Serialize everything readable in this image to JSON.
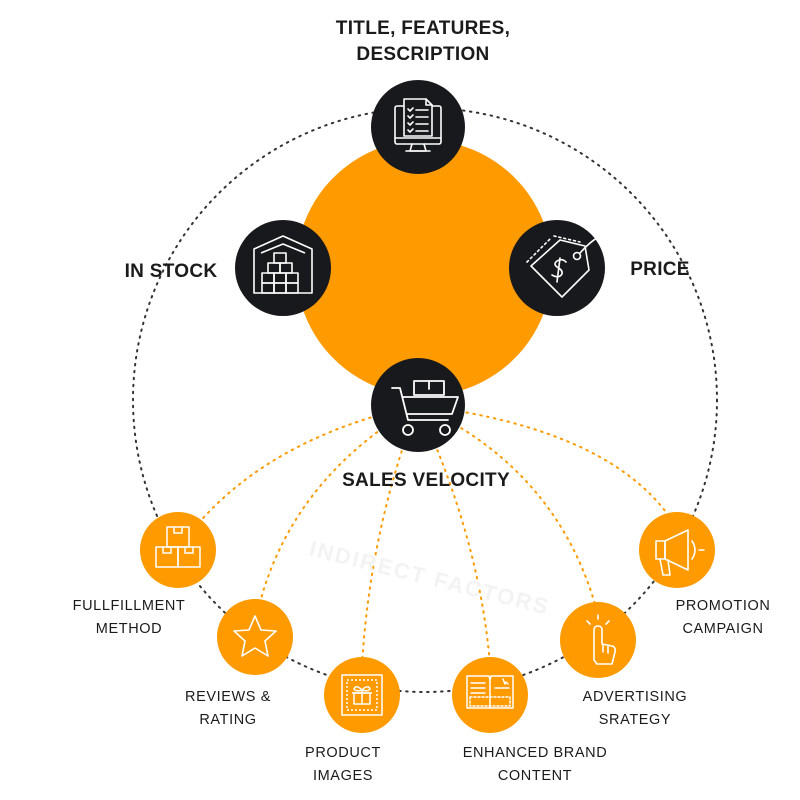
{
  "colors": {
    "accent": "#ff9a00",
    "dark_node": "#17191d",
    "dotted_line": "#333333",
    "text": "#1b1b1b"
  },
  "core_factors": [
    {
      "label_lines": [
        "TITLE, FEATURES,",
        "DESCRIPTION"
      ],
      "icon": "monitor-document-icon"
    },
    {
      "label_lines": [
        "IN STOCK"
      ],
      "icon": "warehouse-boxes-icon"
    },
    {
      "label_lines": [
        "PRICE"
      ],
      "icon": "price-tag-icon"
    },
    {
      "label_lines": [
        "SALES VELOCITY"
      ],
      "icon": "shopping-cart-icon"
    }
  ],
  "indirect_factors": {
    "watermark": "INDIRECT FACTORS",
    "items": [
      {
        "label_lines": [
          "FULLFILLMENT",
          "METHOD"
        ],
        "icon": "stacked-boxes-icon"
      },
      {
        "label_lines": [
          "REVIEWS &",
          "RATING"
        ],
        "icon": "star-icon"
      },
      {
        "label_lines": [
          "PRODUCT",
          "IMAGES"
        ],
        "icon": "image-frame-icon"
      },
      {
        "label_lines": [
          "ENHANCED BRAND",
          "CONTENT"
        ],
        "icon": "book-content-icon"
      },
      {
        "label_lines": [
          "ADVERTISING",
          "SRATEGY"
        ],
        "icon": "pointer-hand-icon"
      },
      {
        "label_lines": [
          "PROMOTION",
          "CAMPAIGN"
        ],
        "icon": "megaphone-icon"
      }
    ]
  }
}
